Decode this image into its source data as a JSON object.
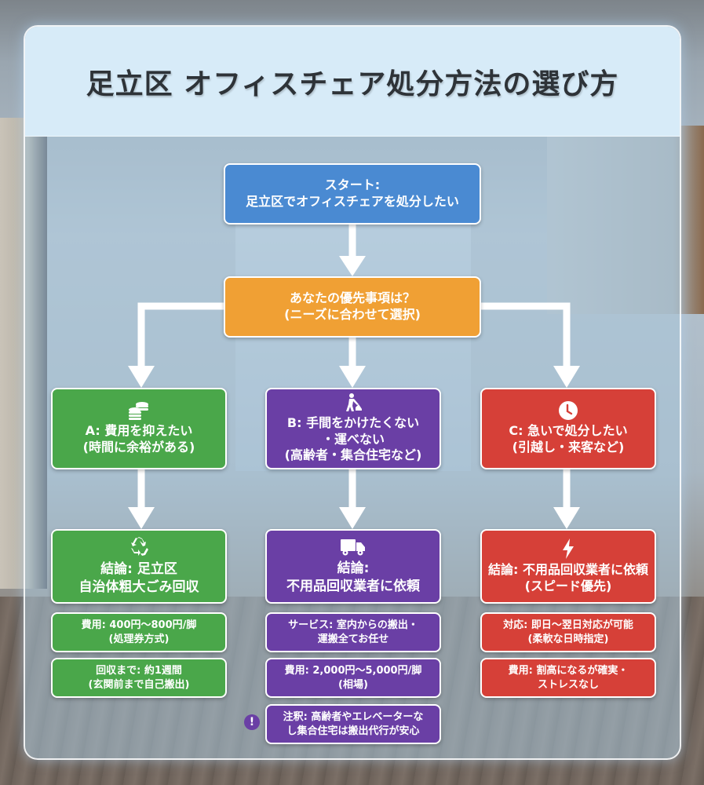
{
  "title": "足立区 オフィスチェア処分方法の選び方",
  "colors": {
    "start": "#4a8ad2",
    "priority": "#f0a034",
    "option_a": "#4aa74a",
    "option_b": "#6a3fa5",
    "option_c": "#d64038",
    "header_bg": "#d7ebf8",
    "title_text": "#2e3338"
  },
  "start": {
    "lines": [
      "スタート:",
      "足立区でオフィスチェアを処分したい"
    ]
  },
  "priority": {
    "lines": [
      "あなたの優先事項は？",
      "(ニーズに合わせて選択)"
    ]
  },
  "options": [
    {
      "icon": "coins-icon",
      "lines": [
        "A: 費用を抑えたい",
        "(時間に余裕がある)"
      ],
      "result": {
        "icon": "recycle-icon",
        "lines": [
          "結論: 足立区",
          "自治体粗大ごみ回収"
        ]
      },
      "details": [
        [
          "費用: 400円〜800円/脚",
          "(処理券方式)"
        ],
        [
          "回収まで: 約1週間",
          "(玄関前まで自己搬出)"
        ]
      ]
    },
    {
      "icon": "worker-icon",
      "lines": [
        "B: 手間をかけたくない",
        "・運べない",
        "(高齢者・集合住宅など)"
      ],
      "result": {
        "icon": "truck-icon",
        "lines": [
          "結論:",
          "不用品回収業者に依頼"
        ]
      },
      "details": [
        [
          "サービス: 室内からの搬出・",
          "運搬全てお任せ"
        ],
        [
          "費用: 2,000円〜5,000円/脚",
          "(相場)"
        ],
        [
          "注釈: 高齢者やエレベーターな",
          "し集合住宅は搬出代行が安心"
        ]
      ],
      "note_badge": "!"
    },
    {
      "icon": "clock-icon",
      "lines": [
        "C: 急いで処分したい",
        "(引越し・来客など)"
      ],
      "result": {
        "icon": "lightning-icon",
        "lines": [
          "結論: 不用品回収業者に依頼",
          "(スピード優先)"
        ]
      },
      "details": [
        [
          "対応: 即日〜翌日対応が可能",
          "(柔軟な日時指定)"
        ],
        [
          "費用: 割高になるが確実・",
          "ストレスなし"
        ]
      ]
    }
  ]
}
